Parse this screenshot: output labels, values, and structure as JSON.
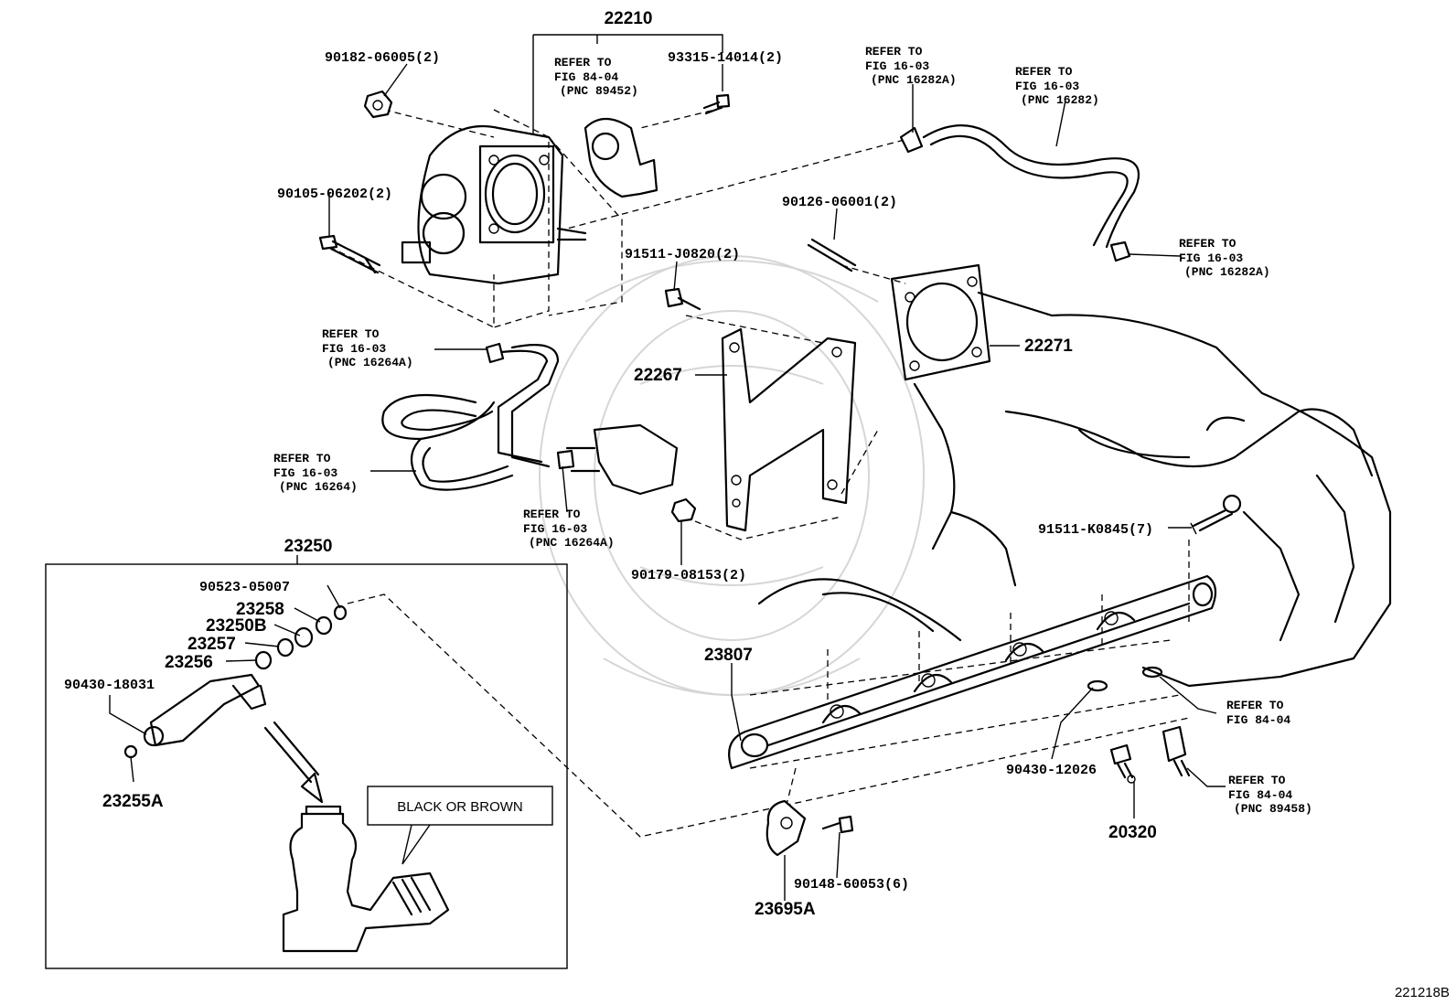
{
  "diagram_id": "221218B",
  "callouts": {
    "p22210": "22210",
    "p90182": "90182-06005(2)",
    "p93315": "93315-14014(2)",
    "p90105": "90105-06202(2)",
    "p90126": "90126-06001(2)",
    "p91511j": "91511-J0820(2)",
    "p22267": "22267",
    "p22271": "22271",
    "p91511k": "91511-K0845(7)",
    "p90179": "90179-08153(2)",
    "p23250": "23250",
    "p90523": "90523-05007",
    "p23258": "23258",
    "p23250b": "23250B",
    "p23257": "23257",
    "p23256": "23256",
    "p90430a": "90430-18031",
    "p23255a": "23255A",
    "p23807": "23807",
    "p90430b": "90430-12026",
    "p20320": "20320",
    "p90148": "90148-60053(6)",
    "p23695a": "23695A"
  },
  "refs": {
    "r1": {
      "l1": "REFER TO",
      "l2": "FIG 84-04",
      "l3": "(PNC 89452)"
    },
    "r2": {
      "l1": "REFER TO",
      "l2": "FIG 16-03",
      "l3": "(PNC 16282A)"
    },
    "r3": {
      "l1": "REFER TO",
      "l2": "FIG 16-03",
      "l3": "(PNC 16282)"
    },
    "r4": {
      "l1": "REFER TO",
      "l2": "FIG 16-03",
      "l3": "(PNC 16282A)"
    },
    "r5": {
      "l1": "REFER TO",
      "l2": "FIG 16-03",
      "l3": "(PNC 16264A)"
    },
    "r6": {
      "l1": "REFER TO",
      "l2": "FIG 16-03",
      "l3": "(PNC 16264)"
    },
    "r7": {
      "l1": "REFER TO",
      "l2": "FIG 16-03",
      "l3": "(PNC 16264A)"
    },
    "r8": {
      "l1": "REFER TO",
      "l2": "FIG 84-04"
    },
    "r9": {
      "l1": "REFER TO",
      "l2": "FIG 84-04",
      "l3": "(PNC 89458)"
    }
  },
  "note_box": "BLACK OR BROWN"
}
